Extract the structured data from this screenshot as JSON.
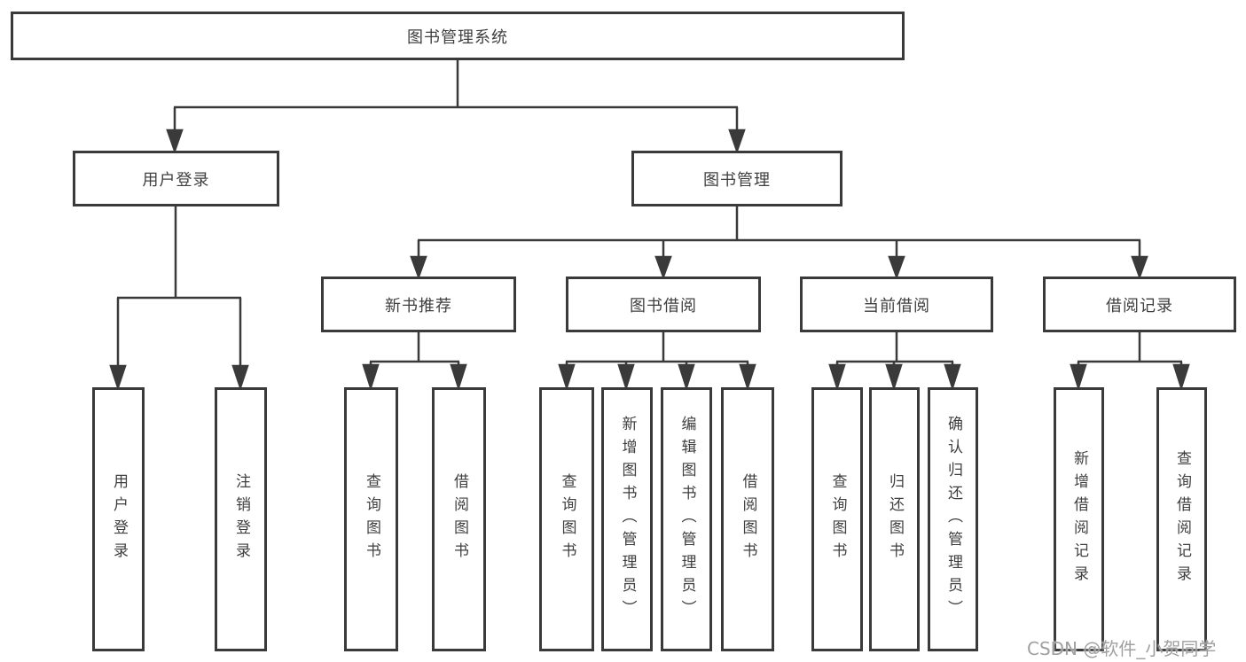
{
  "diagram": {
    "root": {
      "label": "图书管理系统"
    },
    "level2": [
      {
        "label": "用户登录"
      },
      {
        "label": "图书管理"
      }
    ],
    "level3": [
      {
        "label": "新书推荐"
      },
      {
        "label": "图书借阅"
      },
      {
        "label": "当前借阅"
      },
      {
        "label": "借阅记录"
      }
    ],
    "leaves": {
      "login": "用户登录",
      "logout": "注销登录",
      "rec_query": "查询图书",
      "rec_borrow": "借阅图书",
      "bor_query": "查询图书",
      "bor_add": "新增图书（管理员）",
      "bor_edit": "编辑图书（管理员）",
      "bor_borrow": "借阅图书",
      "cur_query": "查询图书",
      "cur_return": "归还图书",
      "cur_confirm": "确认归还（管理员）",
      "rec_add_record": "新增借阅记录",
      "rec_query_record": "查询借阅记录"
    }
  },
  "watermark": {
    "text": "CSDN @软件_小贺同学"
  },
  "colors": {
    "line": "#3a3a3a",
    "text": "#3f3f3f",
    "background": "#ffffff",
    "watermark": "#a0a0a0"
  }
}
